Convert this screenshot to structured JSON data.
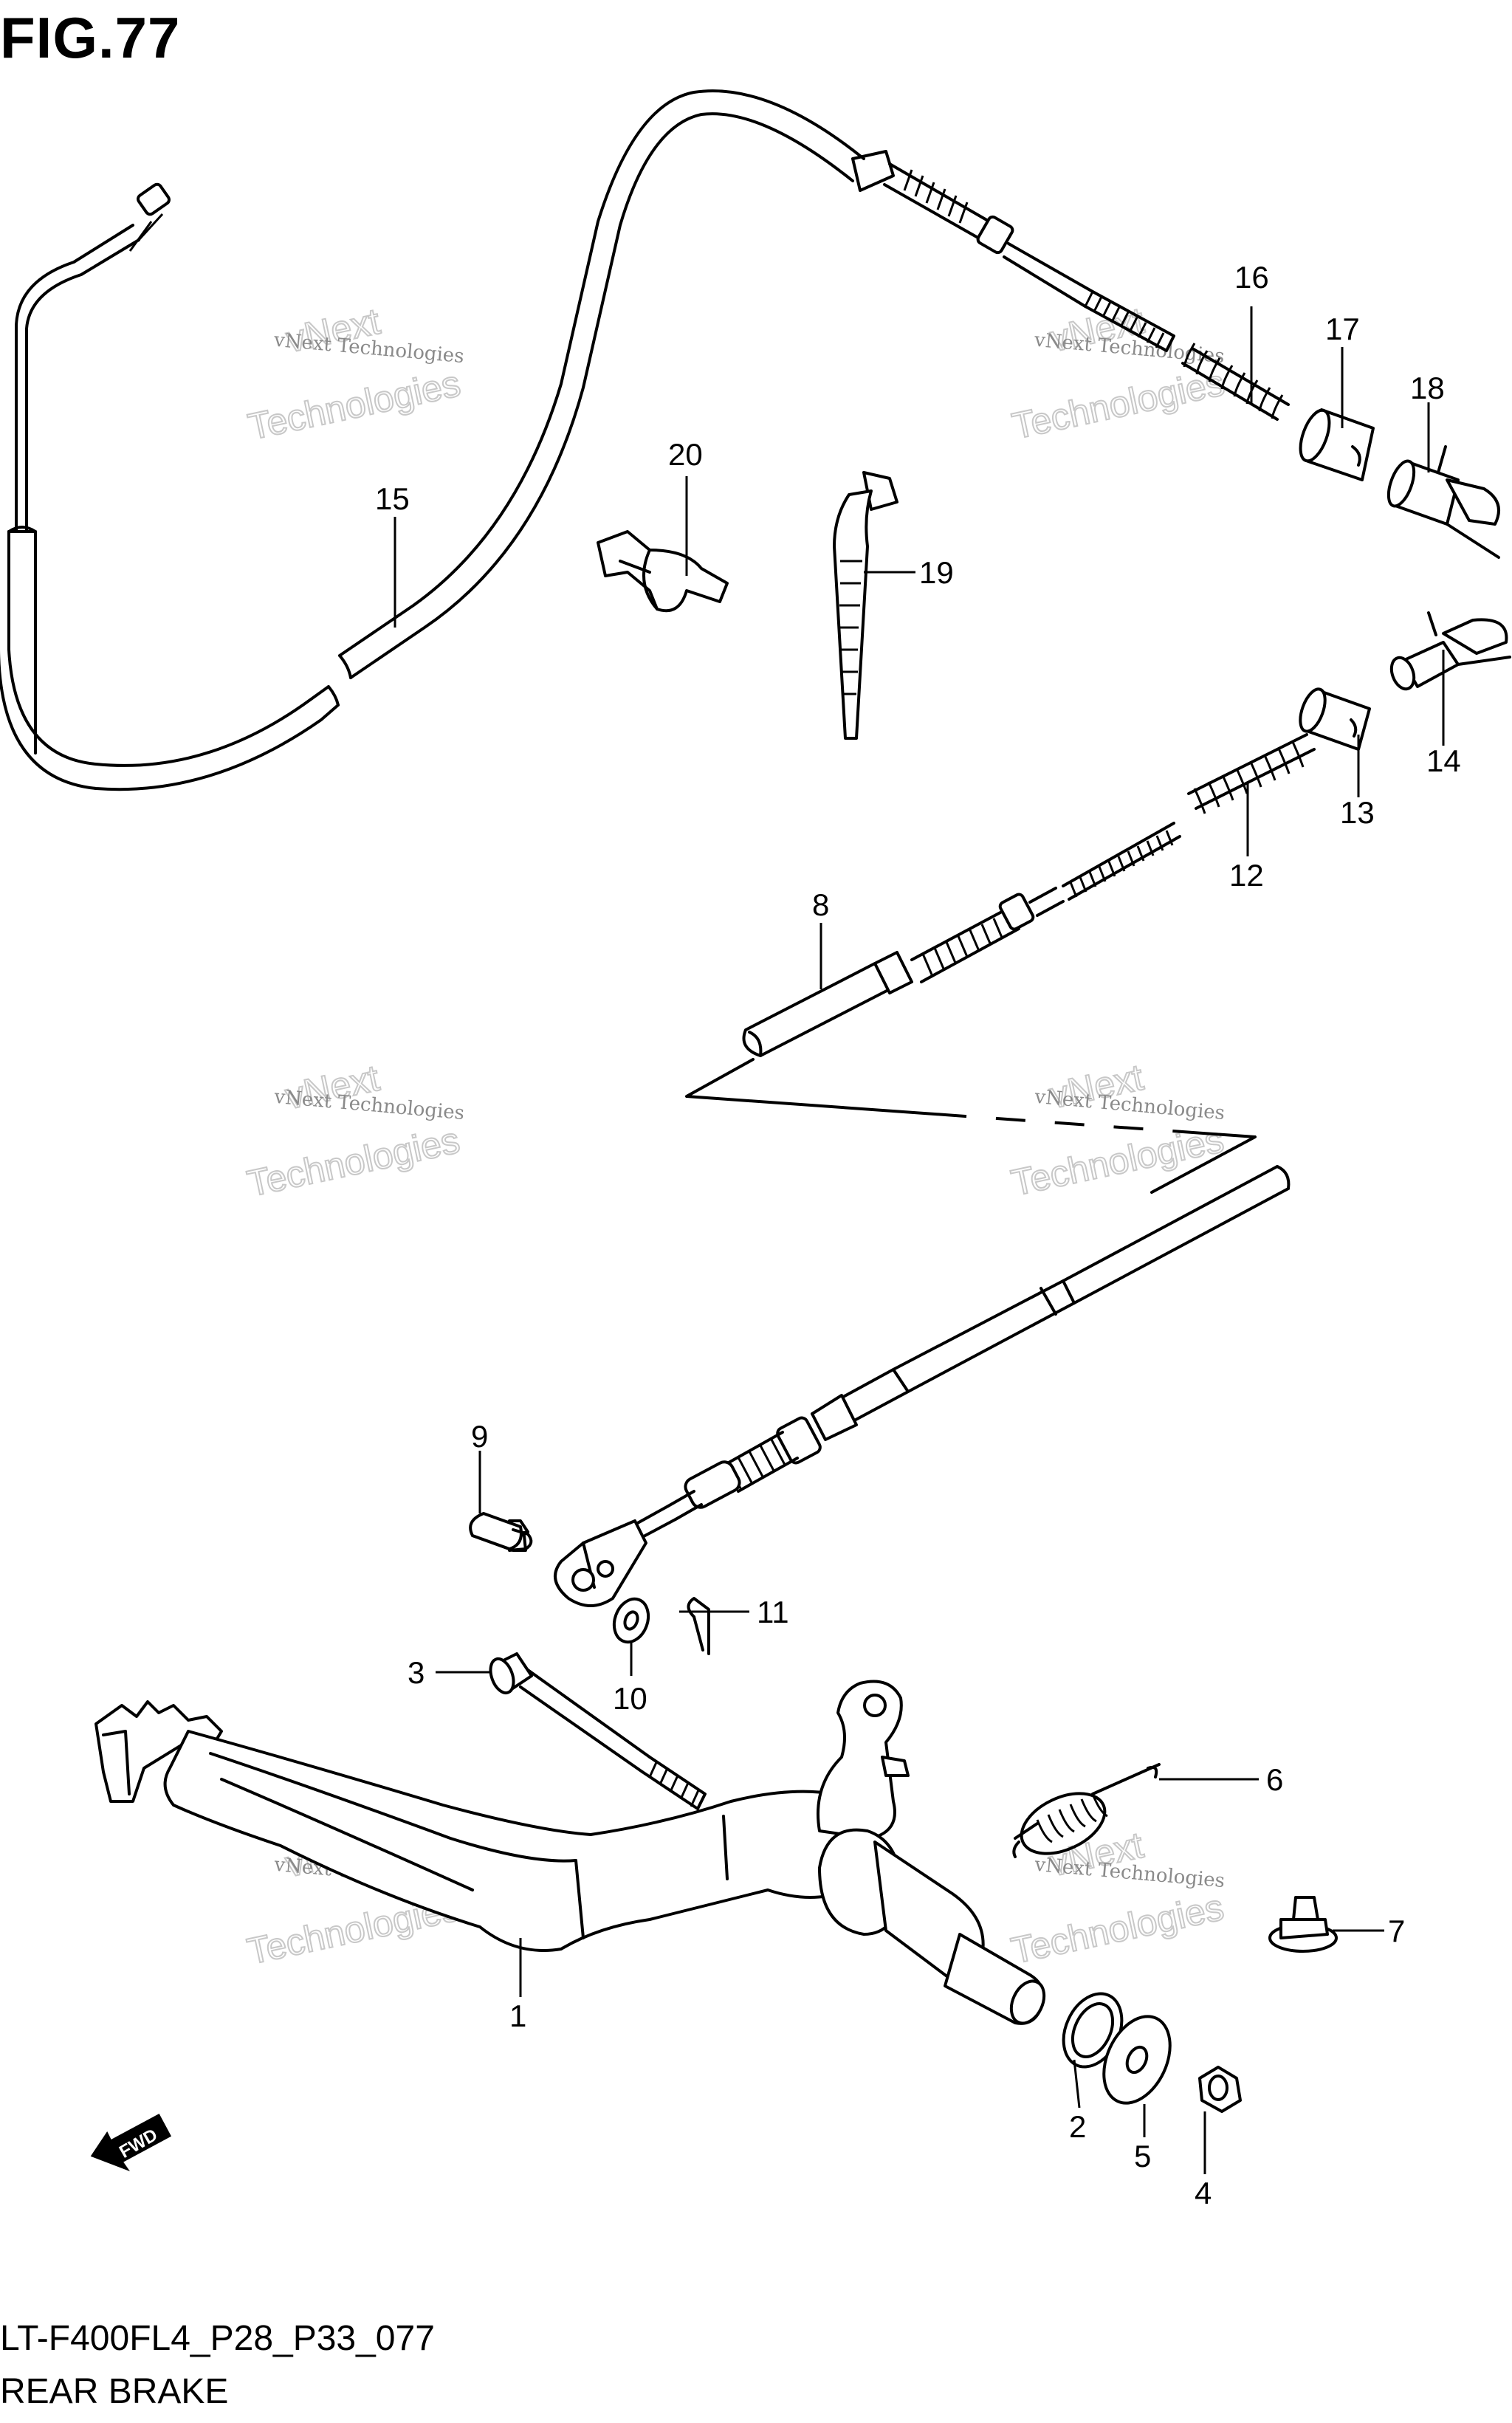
{
  "figure": {
    "title": "FIG.77",
    "code": "LT-F400FL4_P28_P33_077",
    "name": "REAR BRAKE"
  },
  "watermark": {
    "line_small": "vNext Technologies",
    "line_big_1": "vNext",
    "line_big_2": "Technologies"
  },
  "fwd_label": "FWD",
  "callouts": [
    "1",
    "2",
    "3",
    "4",
    "5",
    "6",
    "7",
    "8",
    "9",
    "10",
    "11",
    "12",
    "13",
    "14",
    "15",
    "16",
    "17",
    "18",
    "19",
    "20"
  ]
}
